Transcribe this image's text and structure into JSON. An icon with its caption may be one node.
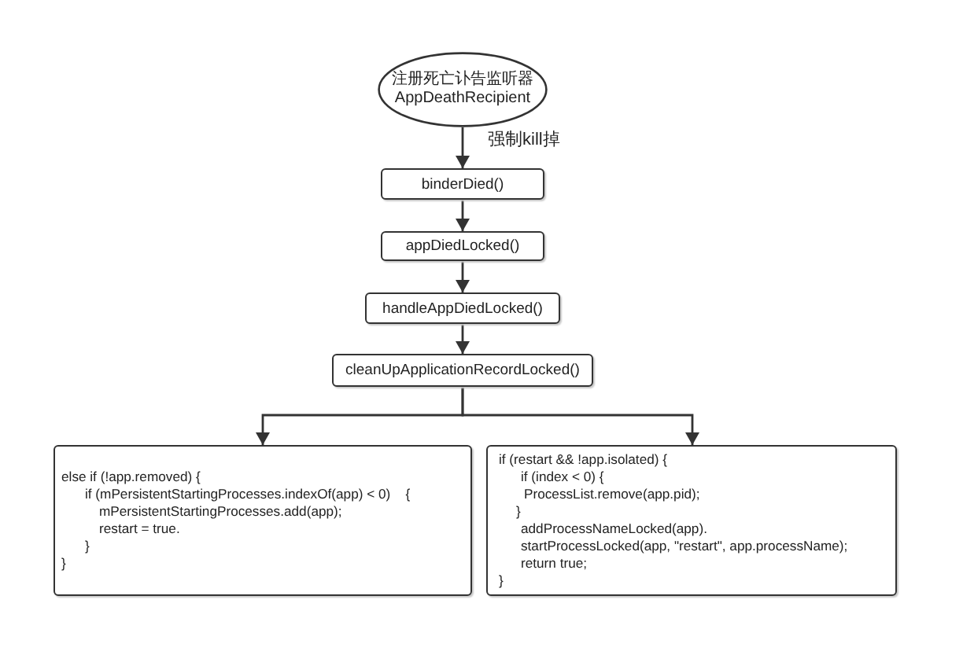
{
  "diagram": {
    "nodes": [
      {
        "text": [
          "注册死亡讣告监听器",
          "AppDeathRecipient"
        ]
      },
      {
        "text": [
          "binderDied()"
        ]
      },
      {
        "text": [
          "appDiedLocked()"
        ]
      },
      {
        "text": [
          "handleAppDiedLocked()"
        ]
      },
      {
        "text": [
          "cleanUpApplicationRecordLocked()"
        ]
      },
      {
        "text": [
          "else if (!app.removed) {",
          "if (mPersistentStartingProcesses.indexOf(app) < 0)    {",
          "mPersistentStartingProcesses.add(app);",
          "restart = true.",
          "}",
          "}"
        ]
      },
      {
        "text": [
          "if (restart && !app.isolated) {",
          "if (index < 0) {",
          "ProcessList.remove(app.pid);",
          "}",
          "addProcessNameLocked(app).",
          "startProcessLocked(app, \"restart\", app.processName);",
          "return true;",
          "}"
        ]
      }
    ],
    "edges": [
      {
        "from": 0,
        "to": 1,
        "arrow": "to",
        "label": "强制kill掉"
      },
      {
        "from": 1,
        "to": 2,
        "arrow": "to"
      },
      {
        "from": 2,
        "to": 3,
        "arrow": "to"
      },
      {
        "from": 3,
        "to": 4,
        "arrow": "to"
      },
      {
        "from": 4,
        "to": 5,
        "arrow": "to"
      },
      {
        "from": 4,
        "to": 6,
        "arrow": "to"
      }
    ]
  }
}
